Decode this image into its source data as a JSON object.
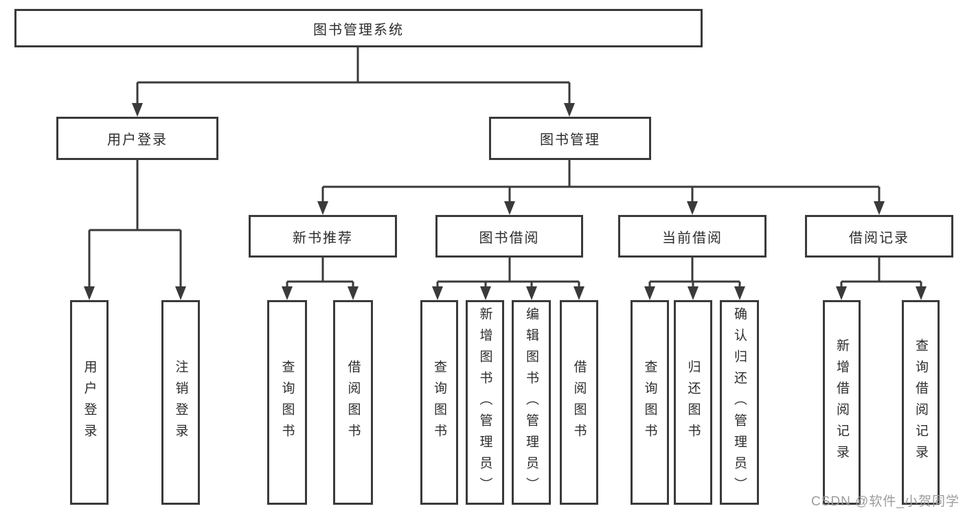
{
  "tree": {
    "label": "图书管理系统",
    "children": [
      {
        "label": "用户登录",
        "children": [
          {
            "label": "用户登录"
          },
          {
            "label": "注销登录"
          }
        ]
      },
      {
        "label": "图书管理",
        "children": [
          {
            "label": "新书推荐",
            "children": [
              {
                "label": "查询图书"
              },
              {
                "label": "借阅图书"
              }
            ]
          },
          {
            "label": "图书借阅",
            "children": [
              {
                "label": "查询图书"
              },
              {
                "label": "新增图书（管理员）"
              },
              {
                "label": "编辑图书（管理员）"
              },
              {
                "label": "借阅图书"
              }
            ]
          },
          {
            "label": "当前借阅",
            "children": [
              {
                "label": "查询图书"
              },
              {
                "label": "归还图书"
              },
              {
                "label": "确认归还（管理员）"
              }
            ]
          },
          {
            "label": "借阅记录",
            "children": [
              {
                "label": "新增借阅记录"
              },
              {
                "label": "查询借阅记录"
              }
            ]
          }
        ]
      }
    ]
  },
  "watermark": {
    "text": "CSDN @软件_小贺同学"
  },
  "colors": {
    "line": "#3a3a3a",
    "box_background": "#ffffff",
    "text": "#2d2d2d",
    "watermark": "#9c9c9c"
  }
}
